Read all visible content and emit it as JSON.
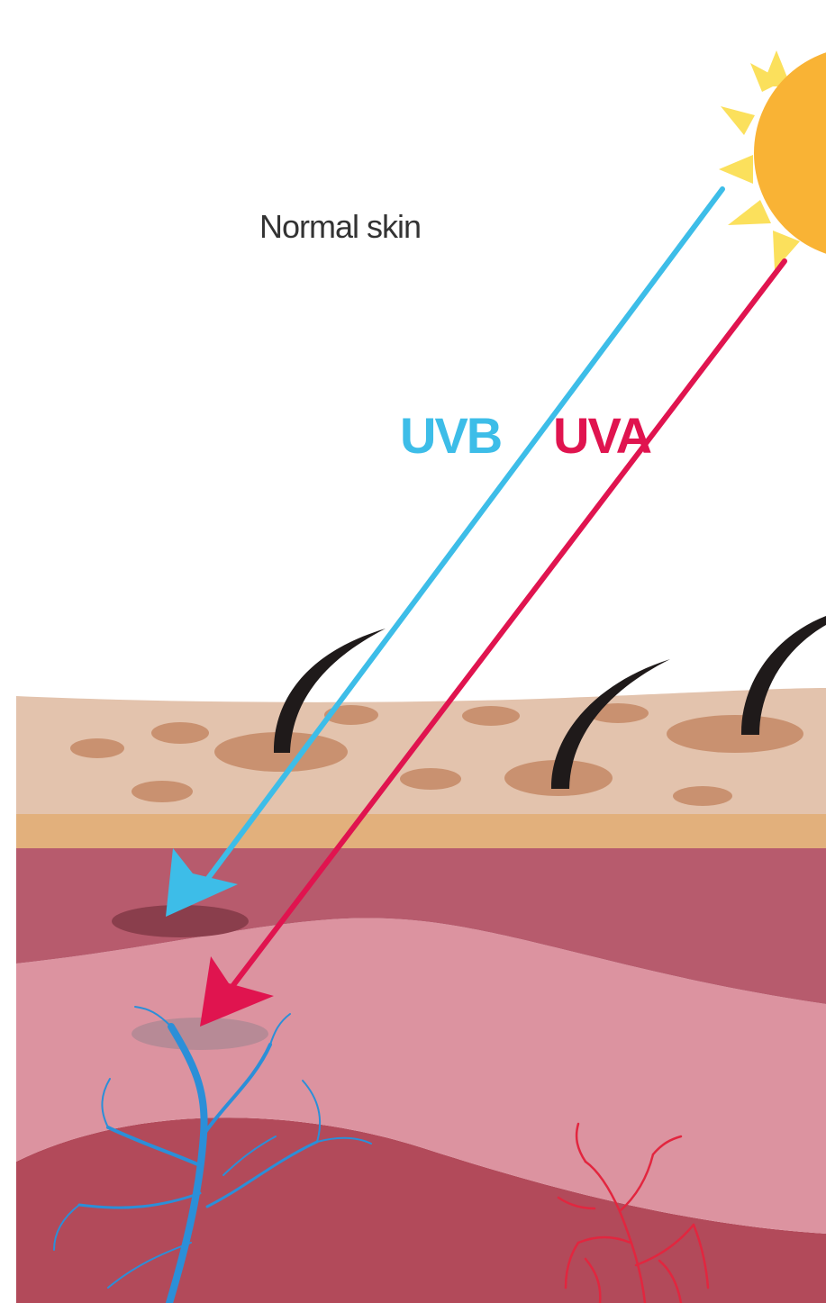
{
  "title": "Normal skin",
  "labels": {
    "uvb": "UVB",
    "uva": "UVA"
  },
  "colors": {
    "background": "#ffffff",
    "sun": "#f9b335",
    "sun_rays": "#fbe05c",
    "uvb": "#3dbde8",
    "uva": "#e0144f",
    "epidermis": "#e3c3ad",
    "epidermis_spots": "#c99170",
    "basal_layer": "#e2b07c",
    "dermis_upper": "#b75b6d",
    "dermis_middle": "#dc93a0",
    "subcutis": "#b24a5a",
    "hair": "#1f1a1a",
    "vein": "#2b8fd8",
    "capillary": "#e2263f",
    "uvb_spot": "#8a3e4c",
    "uva_spot": "#b78a96"
  },
  "icons": {
    "sun": "sun-icon",
    "hair": "hair-icon",
    "vein": "vein-icon",
    "capillary": "capillary-icon"
  }
}
